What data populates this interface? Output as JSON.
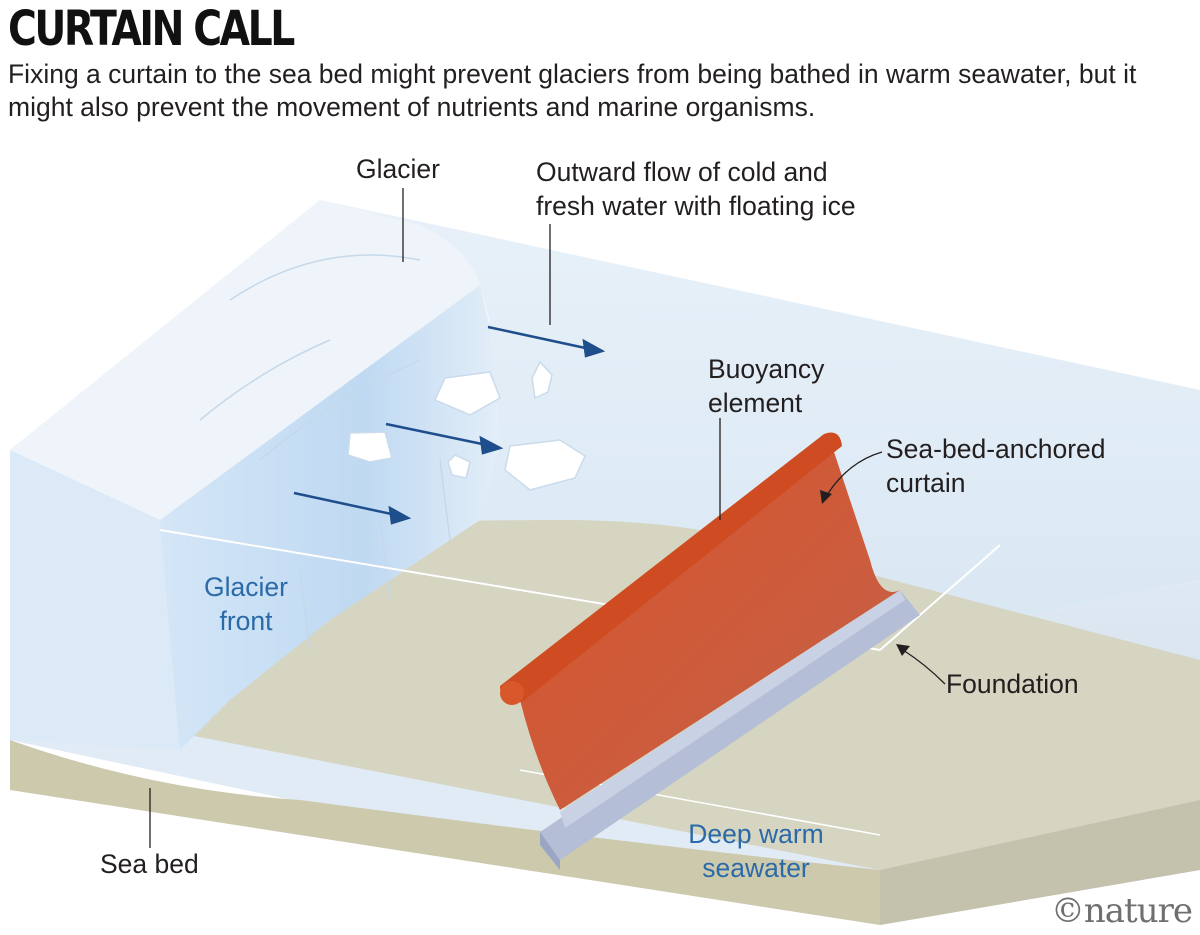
{
  "title": "CURTAIN CALL",
  "subtitle": "Fixing a curtain to the sea bed might prevent glaciers from being bathed in warm seawater, but it might also prevent the movement of nutrients and marine organisms.",
  "labels": {
    "glacier": "Glacier",
    "outward_flow_line1": "Outward flow of cold and",
    "outward_flow_line2": "fresh water with floating ice",
    "buoyancy_line1": "Buoyancy",
    "buoyancy_line2": "element",
    "curtain_line1": "Sea-bed-anchored",
    "curtain_line2": "curtain",
    "glacier_front_line1": "Glacier",
    "glacier_front_line2": "front",
    "foundation": "Foundation",
    "deep_warm_line1": "Deep warm",
    "deep_warm_line2": "seawater",
    "sea_bed": "Sea bed"
  },
  "logo": "©nature",
  "colors": {
    "ice": "#e9f2fa",
    "glacier_front": "#cfe3f6",
    "water_top": "#eef5fb",
    "seabed": "#d9d8c4",
    "curtain": "#d4552f",
    "foundation": "#aeb8d0",
    "arrow": "#1f4e8c",
    "blue_text": "#2b6aa8"
  }
}
